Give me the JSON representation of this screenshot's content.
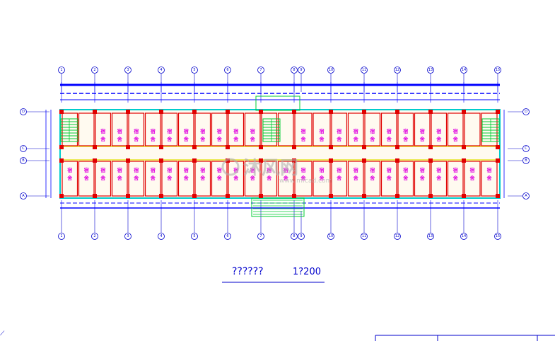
{
  "drawing": {
    "title": "??????",
    "scale": "1?200",
    "room_label_top": "宿",
    "room_label_bottom": "舍",
    "corner_mark": "⟋"
  },
  "grid": {
    "columns_top": [
      "1",
      "2",
      "3",
      "4",
      "5",
      "6",
      "7",
      "8",
      "9",
      "10",
      "11",
      "12",
      "13",
      "14",
      "15"
    ],
    "columns_bottom": [
      "1",
      "2",
      "3",
      "4",
      "5",
      "6",
      "7",
      "8",
      "9",
      "10",
      "11",
      "12",
      "13",
      "14",
      "15"
    ],
    "rows": [
      "D",
      "C",
      "B",
      "A"
    ]
  },
  "watermark": {
    "text": "沐风网",
    "url": "www.mfcad.com"
  },
  "colors": {
    "background": "#ffffff",
    "axis": "#0000cc",
    "wall": "#e00000",
    "dimension": "#0000ff",
    "room_label": "#e000e0",
    "stair": "#00cc33",
    "cyan": "#00cccc",
    "yellow": "#e0e000"
  }
}
